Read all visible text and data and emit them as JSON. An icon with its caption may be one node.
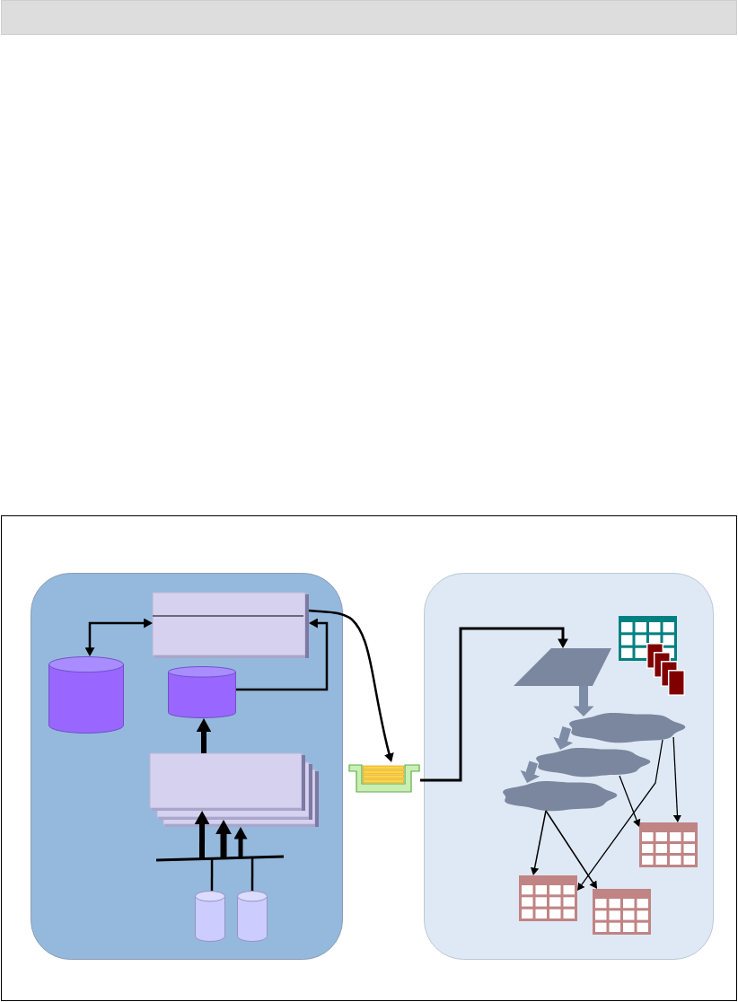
{
  "diagram": {
    "nodes": [
      {
        "text": [],
        "shape": "box"
      },
      {
        "text": [],
        "shape": "box",
        "in": 0
      },
      {
        "text": [],
        "shape": "cylinder",
        "in": 0
      },
      {
        "text": [],
        "shape": "cylinder",
        "in": 0
      },
      {
        "text": [],
        "shape": "stack",
        "in": 0
      },
      {
        "text": [],
        "shape": "bar",
        "in": 0
      },
      {
        "text": [],
        "shape": "cylinder",
        "in": 0
      },
      {
        "text": [],
        "shape": "cylinder",
        "in": 0
      },
      {
        "text": [],
        "shape": "picture"
      },
      {
        "text": [],
        "shape": "box"
      },
      {
        "text": [],
        "shape": "parallelogram",
        "in": 9
      },
      {
        "text": [],
        "shape": "table",
        "in": 9
      },
      {
        "text": [],
        "shape": "document",
        "in": 9
      },
      {
        "text": [],
        "shape": "cloud",
        "in": 9
      },
      {
        "text": [],
        "shape": "cloud",
        "in": 9
      },
      {
        "text": [],
        "shape": "cloud",
        "in": 9
      },
      {
        "text": [],
        "shape": "table",
        "in": 9
      },
      {
        "text": [],
        "shape": "table",
        "in": 9
      },
      {
        "text": [],
        "shape": "table",
        "in": 9
      }
    ],
    "edges": [
      {
        "from": 2,
        "to": 1,
        "arrow": "both"
      },
      {
        "from": 3,
        "to": 1,
        "arrow": "to"
      },
      {
        "from": 1,
        "to": 8,
        "arrow": "to"
      },
      {
        "from": 4,
        "to": 3,
        "arrow": "to",
        "style": "thick"
      },
      {
        "from": 5,
        "to": 4,
        "arrow": "to",
        "style": "thick"
      },
      {
        "from": 5,
        "to": 4,
        "arrow": "to",
        "style": "thick"
      },
      {
        "from": 5,
        "to": 4,
        "arrow": "to",
        "style": "thick"
      },
      {
        "from": 6,
        "to": 5,
        "arrow": "none"
      },
      {
        "from": 7,
        "to": 5,
        "arrow": "none"
      },
      {
        "from": 8,
        "to": 10,
        "arrow": "to"
      },
      {
        "from": 10,
        "to": 13,
        "arrow": "to",
        "style": "thick",
        "color": "#7f8ca6"
      },
      {
        "from": 13,
        "to": 14,
        "arrow": "to",
        "style": "thick",
        "color": "#7f8ca6"
      },
      {
        "from": 14,
        "to": 15,
        "arrow": "to",
        "style": "thick",
        "color": "#7f8ca6"
      },
      {
        "from": 13,
        "to": 16,
        "arrow": "to"
      },
      {
        "from": 13,
        "to": 17,
        "arrow": "to"
      },
      {
        "from": 14,
        "to": 16,
        "arrow": "to"
      },
      {
        "from": 15,
        "to": 17,
        "arrow": "to"
      },
      {
        "from": 15,
        "to": 18,
        "arrow": "to"
      }
    ]
  }
}
